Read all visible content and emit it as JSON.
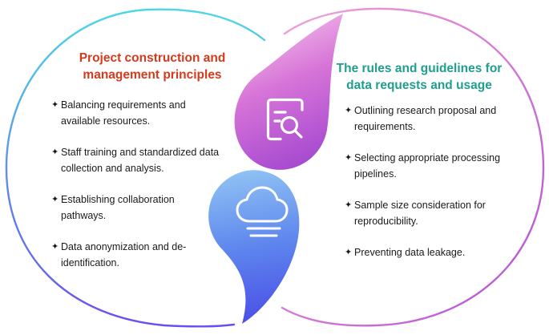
{
  "left_panel": {
    "title_lines": [
      "Project construction and",
      "management principles"
    ],
    "items": [
      {
        "lines": [
          "Balancing requirements and",
          "available resources."
        ]
      },
      {
        "lines": [
          "Staff training and standardized data",
          "collection and analysis."
        ]
      },
      {
        "lines": [
          "Establishing collaboration",
          "pathways."
        ]
      },
      {
        "lines": [
          "Data anonymization and de-",
          "identification."
        ]
      }
    ]
  },
  "right_panel": {
    "title_lines": [
      "The rules and guidelines for",
      "data requests and usage"
    ],
    "items": [
      {
        "lines": [
          "Outlining research proposal and",
          "requirements."
        ]
      },
      {
        "lines": [
          "Selecting appropriate processing",
          "pipelines."
        ]
      },
      {
        "lines": [
          "Sample size consideration for",
          "reproducibility."
        ]
      },
      {
        "lines": [
          "Preventing data leakage."
        ]
      }
    ]
  },
  "bullet_glyph": "✦",
  "icons": {
    "top_drop": "document-search-icon",
    "bottom_drop": "cloud-fog-icon"
  },
  "colors": {
    "left_title": "#d43a1c",
    "right_title": "#1f9e8e",
    "left_outline_start": "#4ed6e6",
    "left_outline_end": "#6a4ef0",
    "right_outline_start": "#f2a3d6",
    "right_outline_end": "#b34fd6",
    "top_drop_light": "#f2b0e2",
    "top_drop_dark": "#b04cd4",
    "bottom_drop_light": "#7eb6f2",
    "bottom_drop_dark": "#4b55e8"
  }
}
